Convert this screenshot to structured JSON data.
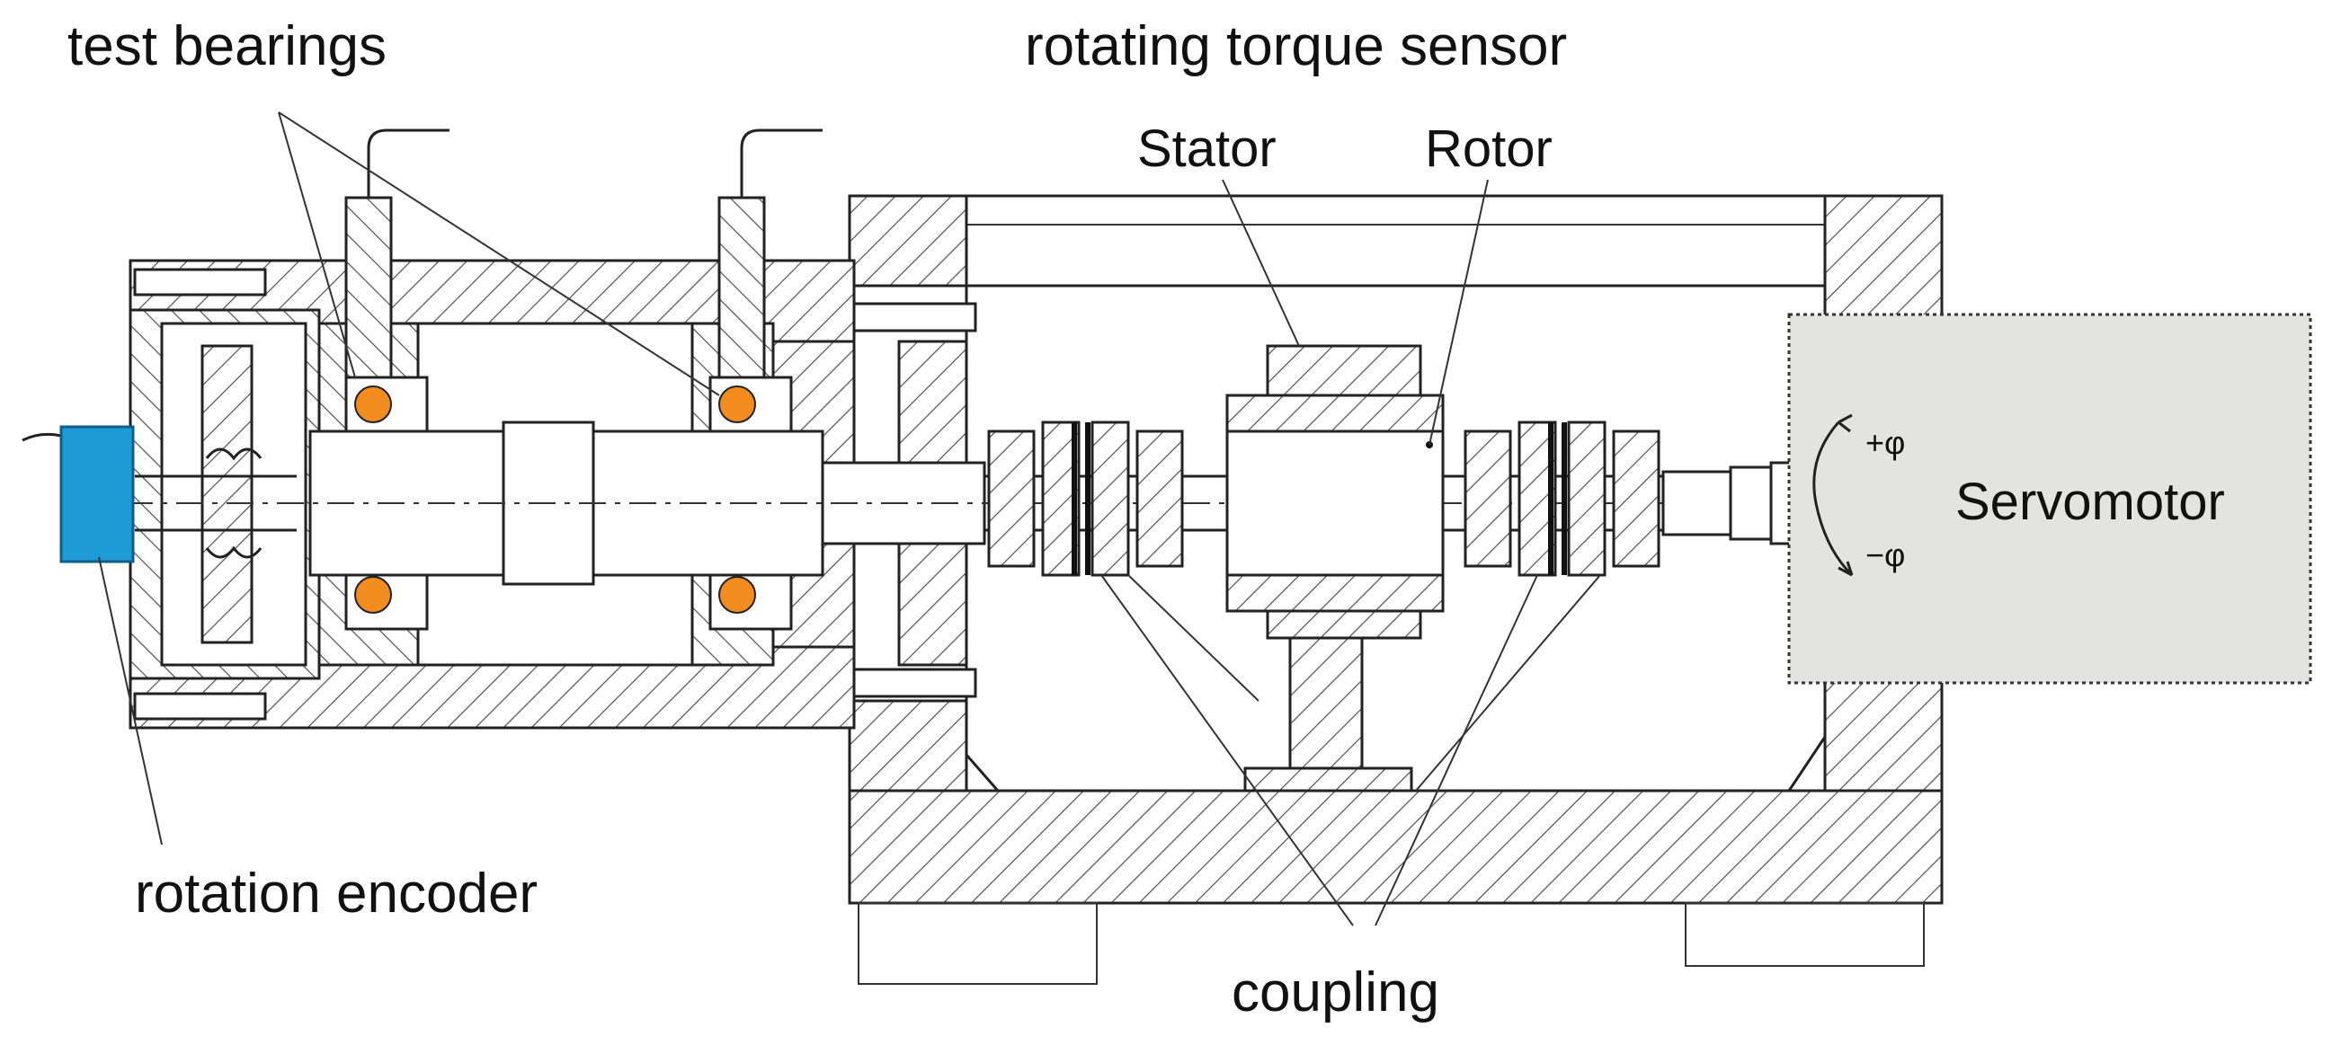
{
  "figure": {
    "labels": {
      "test_bearings": "test bearings",
      "rotating_torque_sensor": "rotating torque sensor",
      "stator": "Stator",
      "rotor": "Rotor",
      "rotation_encoder": "rotation encoder",
      "coupling": "coupling",
      "servomotor": "Servomotor",
      "plus_phi": "+φ",
      "minus_phi": "−φ"
    },
    "colors": {
      "bearing_ball": "#F28C1E",
      "encoder": "#1E9BD7",
      "servomotor_fill": "#E3E4E2",
      "hatch": "#555555",
      "outline": "#222222"
    }
  }
}
